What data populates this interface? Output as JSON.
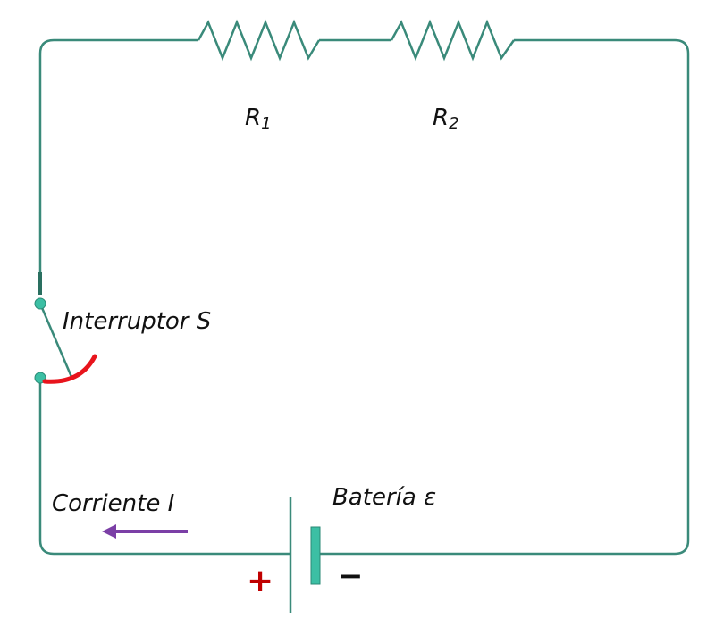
{
  "colors": {
    "wire": "#3a8a7a",
    "battery_plate": "#3cbfa4",
    "switch_arc": "#e8141c",
    "plus": "#c00000",
    "current_arrow": "#7b3fa6"
  },
  "labels": {
    "r1": "R",
    "r1_sub": "1",
    "r2": "R",
    "r2_sub": "2",
    "switch": "Interruptor S",
    "current": "Corriente I",
    "battery": "Batería ε",
    "plus": "+",
    "minus": "−"
  }
}
